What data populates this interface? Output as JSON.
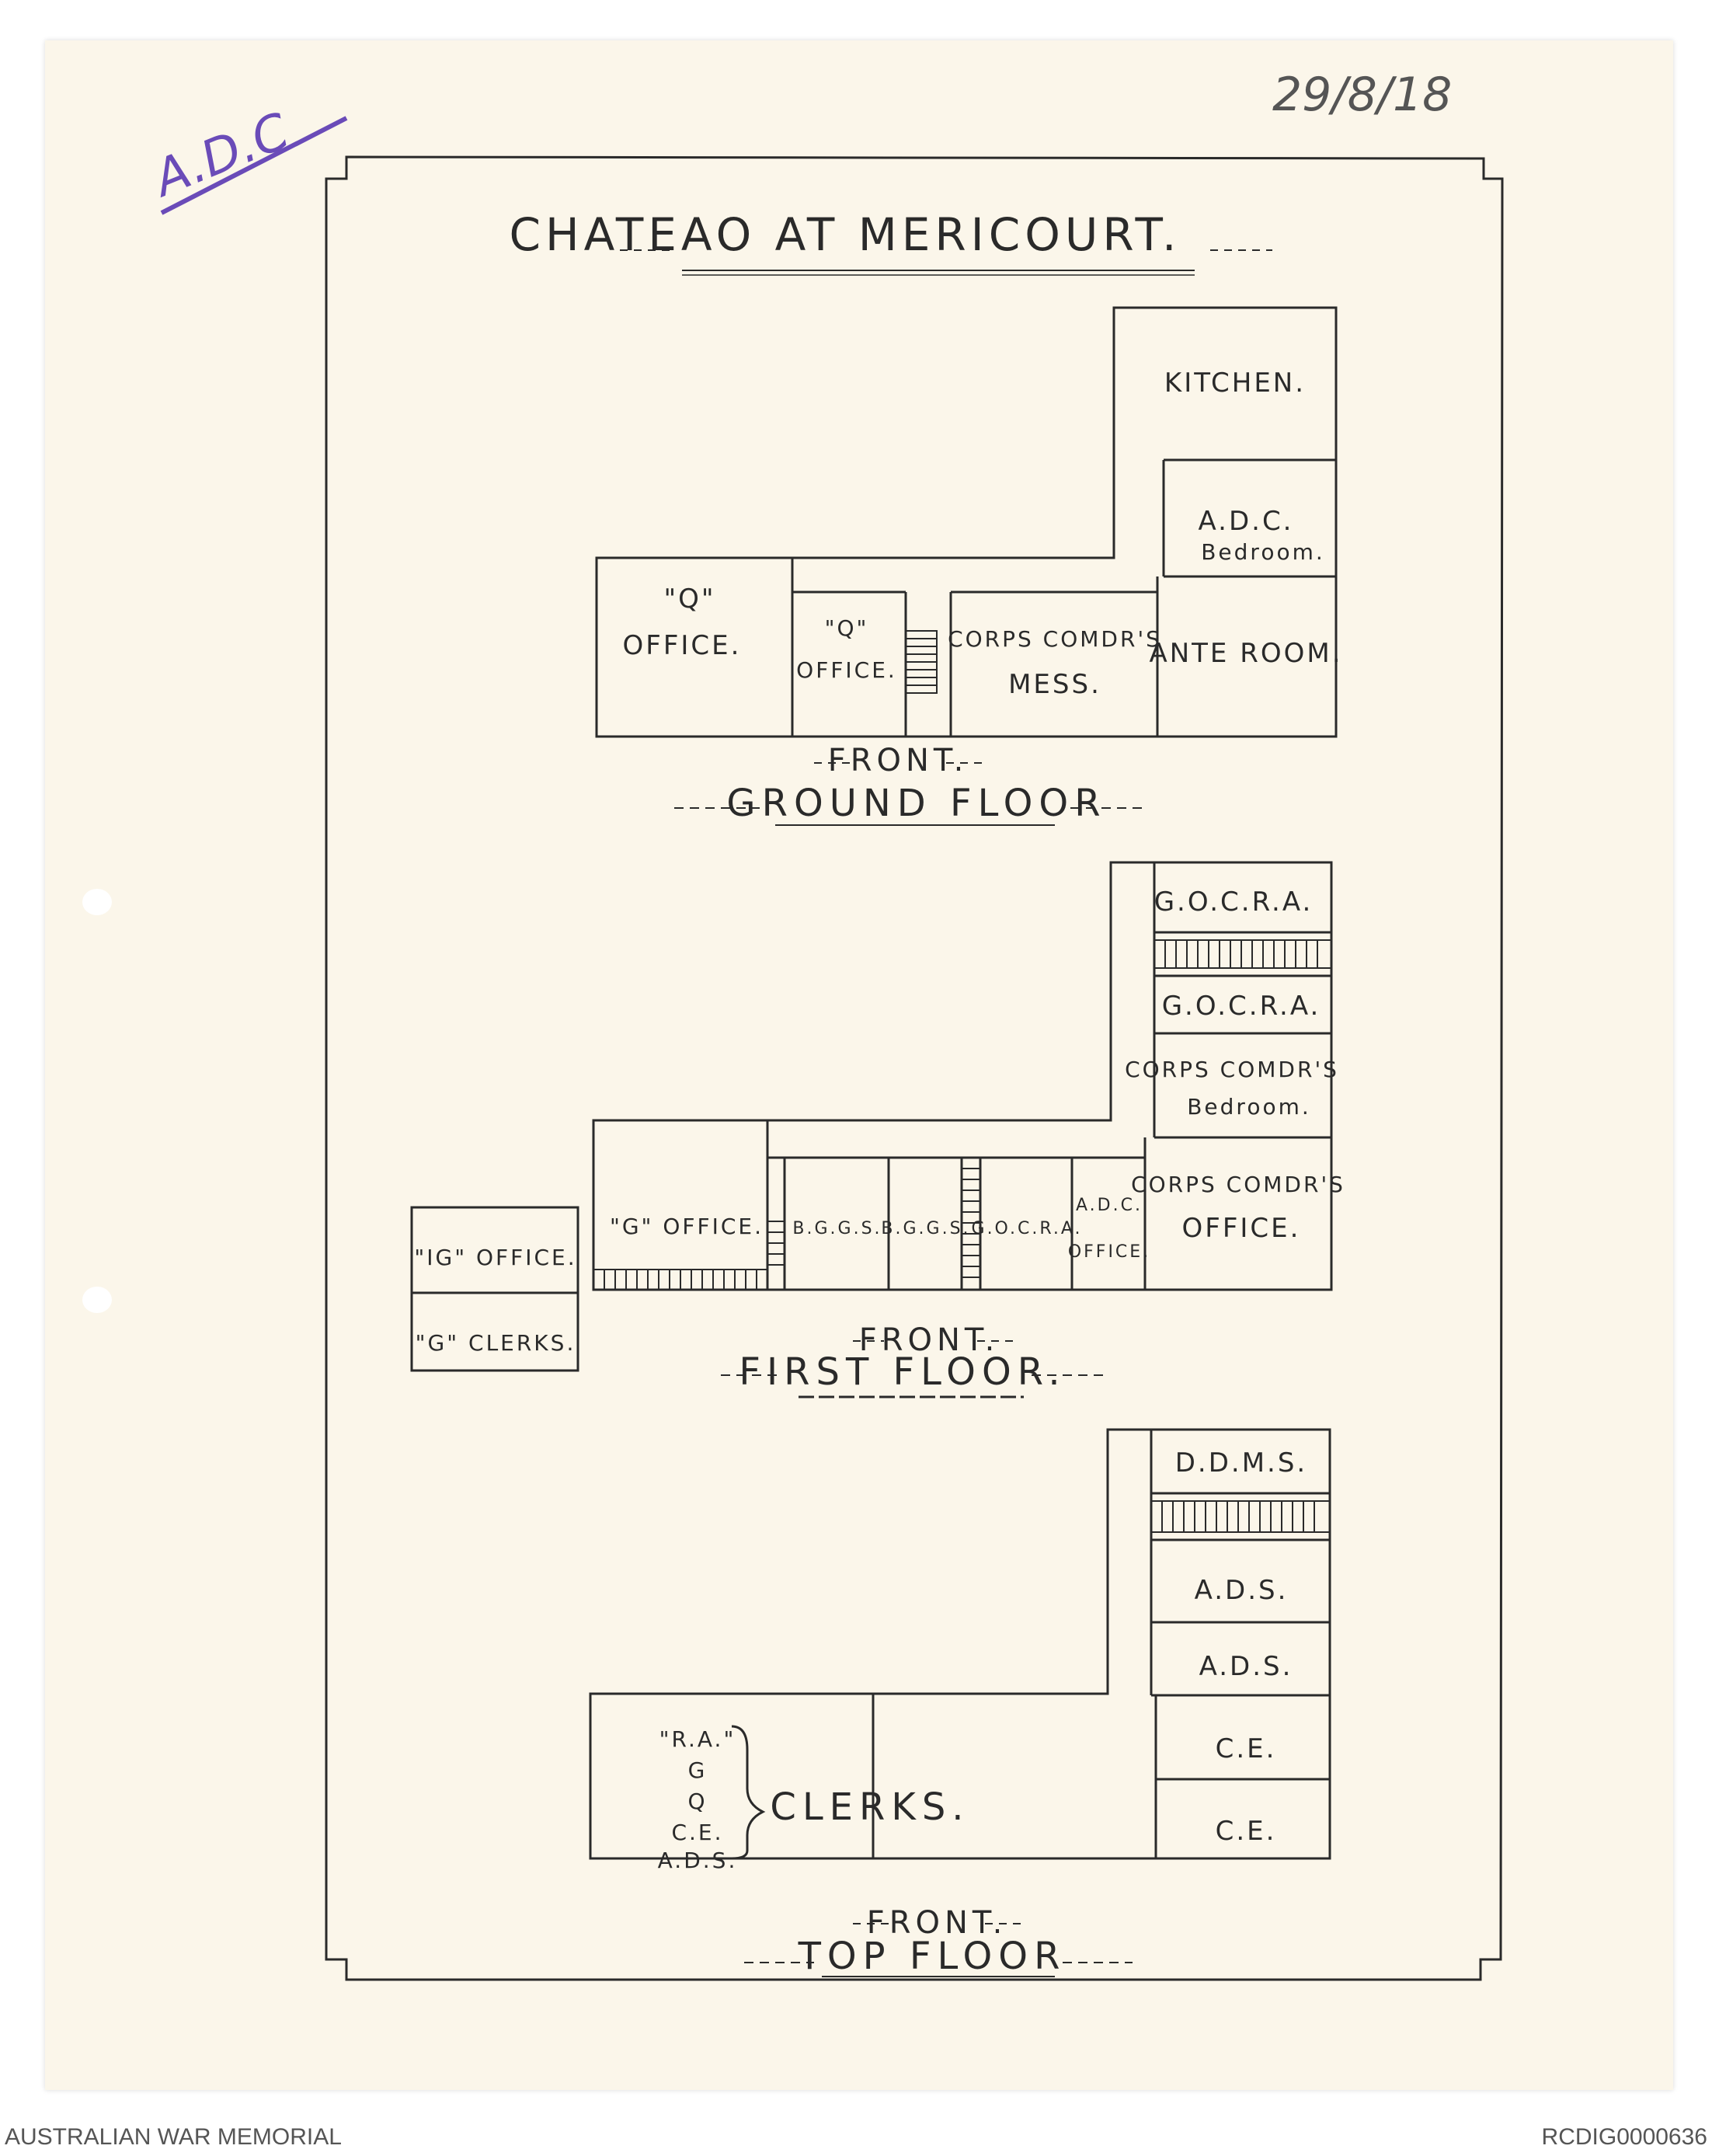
{
  "annotations": {
    "top_left": "A.D.C",
    "date": "29/8/18"
  },
  "title": "CHATEAO AT MERICOURT.",
  "front_label": "FRONT.",
  "floors": {
    "ground": {
      "heading": "GROUND FLOOR",
      "rooms": {
        "kitchen": "KITCHEN.",
        "adc_bedroom_1": "A.D.C.",
        "adc_bedroom_2": "Bedroom.",
        "q_office_1_a": "\"Q\"",
        "q_office_1_b": "OFFICE.",
        "q_office_2_a": "\"Q\"",
        "q_office_2_b": "OFFICE.",
        "corps_mess_a": "CORPS COMDR'S",
        "corps_mess_b": "MESS.",
        "ante_room": "ANTE ROOM."
      }
    },
    "first": {
      "heading": "FIRST FLOOR.",
      "rooms": {
        "gocra_1": "G.O.C.R.A.",
        "gocra_2": "G.O.C.R.A.",
        "corps_bedroom_a": "CORPS COMDR'S",
        "corps_bedroom_b": "Bedroom.",
        "corps_office_a": "CORPS COMDR'S",
        "corps_office_b": "OFFICE.",
        "ig_office": "\"IG\" OFFICE.",
        "g_clerks": "\"G\" CLERKS.",
        "g_office": "\"G\" OFFICE.",
        "bggs_1": "B.G.G.S.",
        "bggs_2": "B.G.G.S.",
        "gocra_3": "G.O.C.R.A.",
        "adc_office_a": "A.D.C.",
        "adc_office_b": "OFFICE."
      }
    },
    "top": {
      "heading": "TOP FLOOR",
      "rooms": {
        "ddms": "D.D.M.S.",
        "ads_1": "A.D.S.",
        "ads_2": "A.D.S.",
        "ce_1": "C.E.",
        "ce_2": "C.E.",
        "clerk_list": [
          "\"R.A.\"",
          "G",
          "Q",
          "C.E.",
          "A.D.S."
        ],
        "clerks": "CLERKS."
      }
    }
  },
  "footer": {
    "left": "AUSTRALIAN WAR MEMORIAL",
    "right": "RCDIG0000636"
  },
  "colors": {
    "paper": "#fbf6ea",
    "ink": "#2a2a2a",
    "annotation": "#6a4bb8"
  }
}
